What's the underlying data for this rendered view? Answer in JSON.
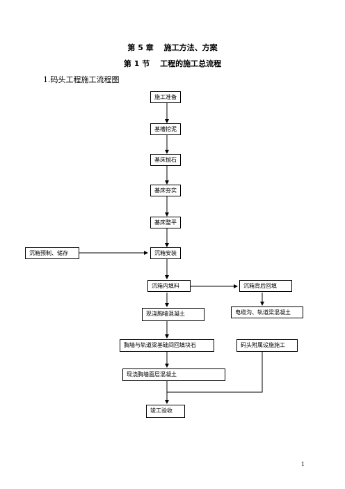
{
  "heading": {
    "chapter": "第 5 章　 施工方法、方案",
    "section": "第 1 节　 工程的施工总流程",
    "subtitle": "1.码头工程施工流程图"
  },
  "flowchart": {
    "steps": [
      "施工准备",
      "基槽挖泥",
      "基床抛石",
      "基床夯实",
      "基床整平",
      "沉箱预制、储存",
      "沉箱安装",
      "沉箱内填料",
      "沉箱背后回填",
      "现浇胸墙混凝土",
      "电缆沟、轨道梁混凝土",
      "胸墙与轨道梁基础间回填块石",
      "码头附属设施施工",
      "现浇胸墙面层混凝土",
      "竣工验收"
    ]
  },
  "page_number": "1"
}
